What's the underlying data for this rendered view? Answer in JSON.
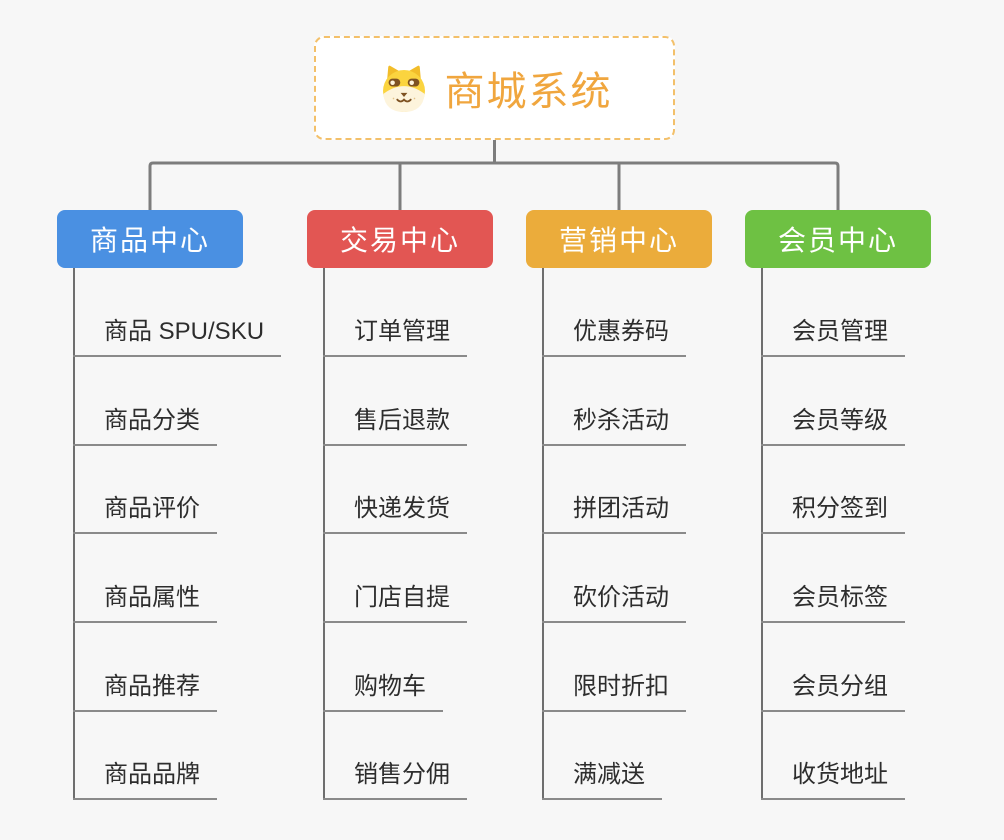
{
  "page": {
    "background": "#f7f7f7"
  },
  "connectors": {
    "color": "#7d7d7d"
  },
  "root": {
    "title": "商城系统",
    "icon": "dog-face-icon",
    "title_color": "#f0a63e",
    "border_color": "#f3c06a"
  },
  "branches": [
    {
      "label": "商品中心",
      "color": "#4a90e2",
      "children": [
        "商品 SPU/SKU",
        "商品分类",
        "商品评价",
        "商品属性",
        "商品推荐",
        "商品品牌"
      ]
    },
    {
      "label": "交易中心",
      "color": "#e25653",
      "children": [
        "订单管理",
        "售后退款",
        "快递发货",
        "门店自提",
        "购物车",
        "销售分佣"
      ]
    },
    {
      "label": "营销中心",
      "color": "#ebac3b",
      "children": [
        "优惠券码",
        "秒杀活动",
        "拼团活动",
        "砍价活动",
        "限时折扣",
        "满减送"
      ]
    },
    {
      "label": "会员中心",
      "color": "#6ec143",
      "children": [
        "会员管理",
        "会员等级",
        "积分签到",
        "会员标签",
        "会员分组",
        "收货地址"
      ]
    }
  ]
}
